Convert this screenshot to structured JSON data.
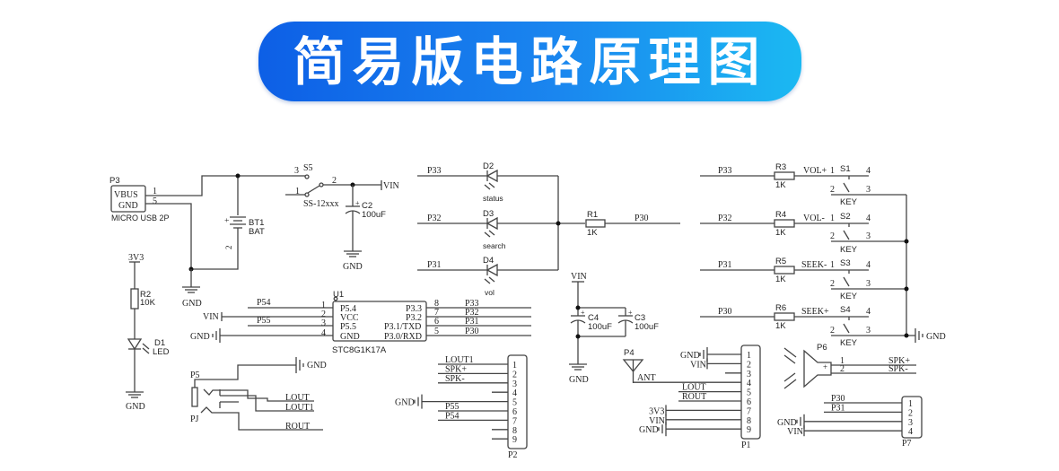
{
  "title": "简易版电路原理图",
  "colors": {
    "banner_start": "#0d5fe6",
    "banner_end": "#1bb9f2",
    "wire": "#444444",
    "text": "#222222"
  },
  "usb": {
    "ref": "P3",
    "pin_vbus": "VBUS",
    "pin_gnd": "GND",
    "pin1": "1",
    "pin5": "5",
    "part": "MICRO USB 2P"
  },
  "battery": {
    "ref": "BT1",
    "value": "BAT",
    "plus": "+",
    "pin2": "2"
  },
  "switch": {
    "ref": "S5",
    "part": "SS-12xxx",
    "pin1": "1",
    "pin2": "2",
    "pin3": "3"
  },
  "vin_label": "VIN",
  "gnd_label": "GND",
  "v33_label": "3V3",
  "c2": {
    "ref": "C2",
    "value": "100uF"
  },
  "c3": {
    "ref": "C3",
    "value": "100uF"
  },
  "c4": {
    "ref": "C4",
    "value": "100uF"
  },
  "r2": {
    "ref": "R2",
    "value": "10K"
  },
  "d1": {
    "ref": "D1",
    "value": "LED"
  },
  "leds": [
    {
      "net": "P33",
      "ref": "D2",
      "label": "status"
    },
    {
      "net": "P32",
      "ref": "D3",
      "label": "search"
    },
    {
      "net": "P31",
      "ref": "D4",
      "label": "vol"
    }
  ],
  "r1": {
    "ref": "R1",
    "value": "1K",
    "net": "P30"
  },
  "keys": [
    {
      "net": "P33",
      "rref": "R3",
      "rval": "1K",
      "sig": "VOL+",
      "sref": "S1",
      "part": "KEY"
    },
    {
      "net": "P32",
      "rref": "R4",
      "rval": "1K",
      "sig": "VOL-",
      "sref": "S2",
      "part": "KEY"
    },
    {
      "net": "P31",
      "rref": "R5",
      "rval": "1K",
      "sig": "SEEK-",
      "sref": "S3",
      "part": "KEY"
    },
    {
      "net": "P30",
      "rref": "R6",
      "rval": "1K",
      "sig": "SEEK+",
      "sref": "S4",
      "part": "KEY"
    }
  ],
  "key_pins": [
    "1",
    "2",
    "3",
    "4"
  ],
  "mcu": {
    "ref": "U1",
    "part": "STC8G1K17A",
    "left_pins": [
      {
        "num": "1",
        "name": "P5.4",
        "net": "P54"
      },
      {
        "num": "2",
        "name": "VCC",
        "net": "VIN"
      },
      {
        "num": "3",
        "name": "P5.5",
        "net": "P55"
      },
      {
        "num": "4",
        "name": "GND",
        "net": "GND"
      }
    ],
    "right_pins": [
      {
        "num": "8",
        "name": "P3.3",
        "net": "P33"
      },
      {
        "num": "7",
        "name": "P3.2",
        "net": "P32"
      },
      {
        "num": "6",
        "name": "P3.1/TXD",
        "net": "P31"
      },
      {
        "num": "5",
        "name": "P3.0/RXD",
        "net": "P30"
      }
    ]
  },
  "jack": {
    "ref": "P5",
    "ref2": "PJ",
    "nets": [
      "LOUT",
      "LOUT1",
      "ROUT"
    ],
    "gnd": "GND"
  },
  "p2": {
    "ref": "P2",
    "pins": [
      "1",
      "2",
      "3",
      "4",
      "5",
      "6",
      "7",
      "8",
      "9"
    ],
    "nets": [
      "LOUT1",
      "SPK+",
      "SPK-",
      "",
      "GND",
      "P55",
      "P54",
      "",
      ""
    ]
  },
  "p4": {
    "ref": "P4",
    "net": "ANT"
  },
  "p1": {
    "ref": "P1",
    "pins": [
      "1",
      "2",
      "3",
      "4",
      "5",
      "6",
      "7",
      "8",
      "9"
    ],
    "nets": [
      "GND",
      "VIN",
      "",
      "ANT",
      "LOUT",
      "ROUT",
      "3V3",
      "VIN",
      "GND"
    ]
  },
  "p6": {
    "ref": "P6",
    "plus": "+",
    "pins": [
      "1",
      "2"
    ],
    "nets": [
      "SPK+",
      "SPK-"
    ]
  },
  "p7": {
    "ref": "P7",
    "pins": [
      "1",
      "2",
      "3",
      "4"
    ],
    "nets": [
      "P30",
      "P31",
      "GND",
      "VIN"
    ]
  }
}
